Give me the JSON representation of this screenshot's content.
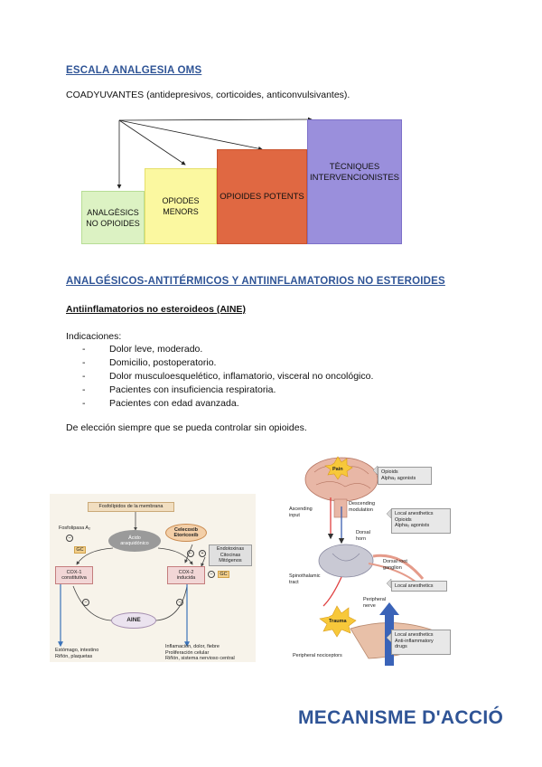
{
  "section1": {
    "title": "ESCALA ANALGESIA OMS",
    "coadyuvantes": "COADYUVANTES (antidepresivos, corticoides, anticonvulsivantes).",
    "steps": [
      {
        "label": "ANALGÈSICS\nNO OPIOIDES",
        "color": "#dcf2c3"
      },
      {
        "label": "OPIODES\nMENORS",
        "color": "#fbf8a0"
      },
      {
        "label": "OPIOIDES POTENTS",
        "color": "#e06842"
      },
      {
        "label": "TÈCNIQUES\nINTERVENCIONISTES",
        "color": "#9a8fdc"
      }
    ]
  },
  "section2": {
    "title": "ANALGÉSICOS-ANTITÉRMICOS Y ANTIINFLAMATORIOS NO ESTEROIDES",
    "subtitle": "Antiinflamatorios no esteroideos (AINE)",
    "indications_label": "Indicaciones:",
    "indications": [
      "Dolor leve, moderado.",
      "Domicilio, postoperatorio.",
      "Dolor musculoesquelético, inflamatorio, visceral no oncológico.",
      "Pacientes con insuficiencia respiratoria.",
      "Pacientes con edad avanzada."
    ],
    "choice_note": "De elección siempre que se pueda controlar sin opioides."
  },
  "cox_diagram": {
    "membrane": "Fosfolípidos de la membrana",
    "fosfolipasa": "Fosfolipasa A₂",
    "gc1": "GC",
    "acido": "Ácido araquidónico",
    "celecoxib": "Celecoxib\nEtoricoxib",
    "mediators": "Endotoxinas\nCitocinas\nMitógenos",
    "cox1": "COX-1\nconstitutiva",
    "cox2": "COX-2\ninducida",
    "gc2": "GC",
    "aine": "AINE",
    "out1": "Estómago, intestino\nRiñón, plaquetas",
    "out2": "Inflamación, dolor, fiebre\nProliferación celular\nRiñón, sistema nervioso central",
    "minus": "−",
    "plus": "+"
  },
  "pain_diagram": {
    "pain": "Pain",
    "opioids_box": "Opioids\nAlpha₂ agonists",
    "descending": "Descending\nmodulation",
    "ascending": "Ascending\ninput",
    "dorsal_horn": "Dorsal\nhorn",
    "local_box1": "Local anesthetics\nOpioids\nAlpha₂ agonists",
    "drg": "Dorsal root\nganglion",
    "spinothalamic": "Spinothalamic\ntract",
    "local_box2": "Local anesthetics",
    "peripheral_nerve": "Peripheral\nnerve",
    "trauma": "Trauma",
    "local_box3": "Local anesthetics\nAnti-inflammatory\ndrugs",
    "nociceptors": "Peripheral nociceptors"
  },
  "mechanism_title": "MECANISME D'ACCIÓ"
}
